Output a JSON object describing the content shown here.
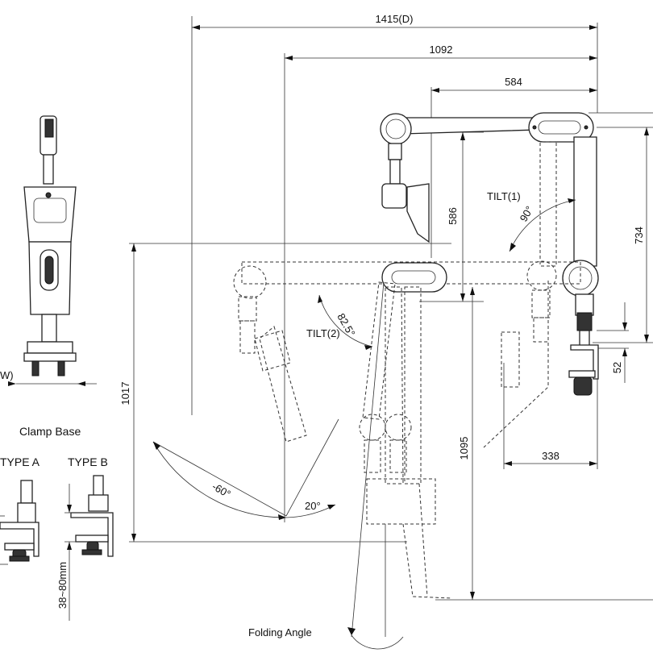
{
  "dimensions": {
    "total_depth": "1415(D)",
    "reach_1092": "1092",
    "reach_584": "584",
    "height_586": "586",
    "height_734": "734",
    "height_1017": "1017",
    "height_1095": "1095",
    "offset_338": "338",
    "clamp_52": "52",
    "width_w": "W)"
  },
  "angles": {
    "tilt1": "TILT(1)",
    "tilt1_value": "90°",
    "tilt2": "TILT(2)",
    "tilt2_value": "82.5°",
    "swing_neg": "-60°",
    "swing_pos": "20°",
    "folding": "Folding Angle"
  },
  "clamp_base": {
    "title": "Clamp Base",
    "type_a": "TYPE  A",
    "type_b": "TYPE  B",
    "range": "38~80mm"
  }
}
